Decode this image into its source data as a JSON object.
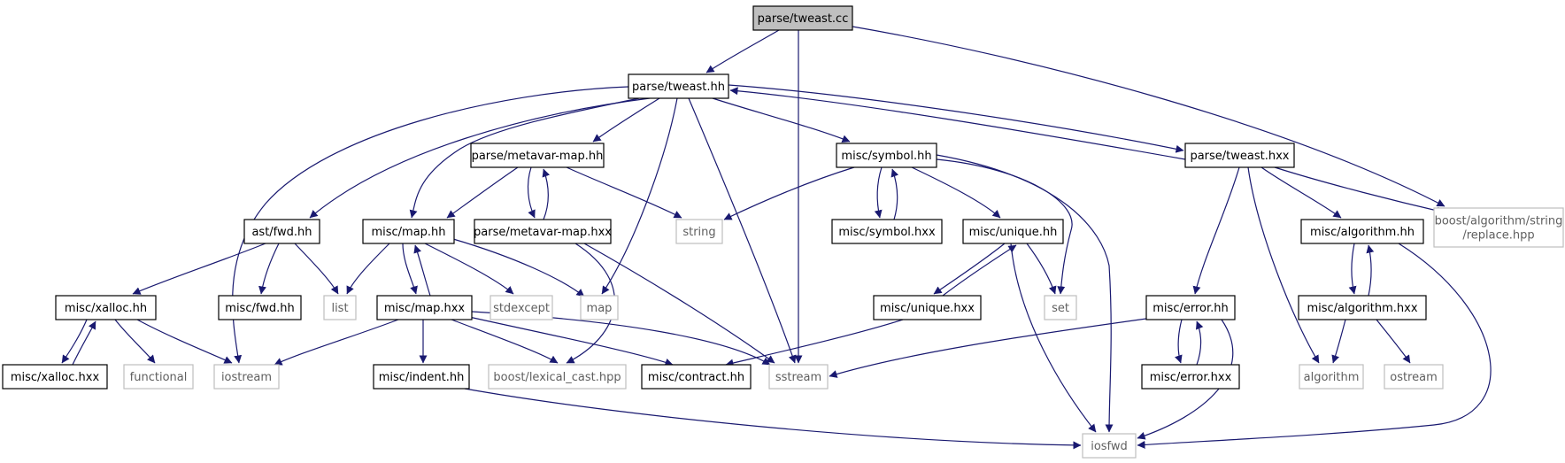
{
  "colors": {
    "edge": "#191970",
    "node_border": "#000000",
    "external_border": "#bfbfbf",
    "external_text": "#5f5f5f",
    "root_fill": "#bfbfbf",
    "node_fill": "#ffffff"
  },
  "nodes": [
    {
      "id": "tweast_cc",
      "label": "parse/tweast.cc",
      "kind": "root"
    },
    {
      "id": "tweast_hh",
      "label": "parse/tweast.hh",
      "kind": "local"
    },
    {
      "id": "metavar_hh",
      "label": "parse/metavar-map.hh",
      "kind": "local"
    },
    {
      "id": "symbol_hh",
      "label": "misc/symbol.hh",
      "kind": "local"
    },
    {
      "id": "tweast_hxx",
      "label": "parse/tweast.hxx",
      "kind": "local"
    },
    {
      "id": "ast_fwd",
      "label": "ast/fwd.hh",
      "kind": "local"
    },
    {
      "id": "map_hh",
      "label": "misc/map.hh",
      "kind": "local"
    },
    {
      "id": "metavar_hxx",
      "label": "parse/metavar-map.hxx",
      "kind": "local"
    },
    {
      "id": "string",
      "label": "string",
      "kind": "external"
    },
    {
      "id": "symbol_hxx",
      "label": "misc/symbol.hxx",
      "kind": "local"
    },
    {
      "id": "unique_hh",
      "label": "misc/unique.hh",
      "kind": "local"
    },
    {
      "id": "algorithm_hh",
      "label": "misc/algorithm.hh",
      "kind": "local"
    },
    {
      "id": "boost_replace",
      "label": "boost/algorithm/string\n/replace.hpp",
      "kind": "external"
    },
    {
      "id": "xalloc_hh",
      "label": "misc/xalloc.hh",
      "kind": "local"
    },
    {
      "id": "misc_fwd",
      "label": "misc/fwd.hh",
      "kind": "local"
    },
    {
      "id": "list",
      "label": "list",
      "kind": "external"
    },
    {
      "id": "map_hxx",
      "label": "misc/map.hxx",
      "kind": "local"
    },
    {
      "id": "stdexcept",
      "label": "stdexcept",
      "kind": "external"
    },
    {
      "id": "map",
      "label": "map",
      "kind": "external"
    },
    {
      "id": "unique_hxx",
      "label": "misc/unique.hxx",
      "kind": "local"
    },
    {
      "id": "set",
      "label": "set",
      "kind": "external"
    },
    {
      "id": "error_hh",
      "label": "misc/error.hh",
      "kind": "local"
    },
    {
      "id": "algorithm_hxx",
      "label": "misc/algorithm.hxx",
      "kind": "local"
    },
    {
      "id": "xalloc_hxx",
      "label": "misc/xalloc.hxx",
      "kind": "local"
    },
    {
      "id": "functional",
      "label": "functional",
      "kind": "external"
    },
    {
      "id": "iostream",
      "label": "iostream",
      "kind": "external"
    },
    {
      "id": "indent_hh",
      "label": "misc/indent.hh",
      "kind": "local"
    },
    {
      "id": "lexical_cast",
      "label": "boost/lexical_cast.hpp",
      "kind": "external"
    },
    {
      "id": "contract_hh",
      "label": "misc/contract.hh",
      "kind": "local"
    },
    {
      "id": "sstream",
      "label": "sstream",
      "kind": "external"
    },
    {
      "id": "error_hxx",
      "label": "misc/error.hxx",
      "kind": "local"
    },
    {
      "id": "algorithm",
      "label": "algorithm",
      "kind": "external"
    },
    {
      "id": "ostream",
      "label": "ostream",
      "kind": "external"
    },
    {
      "id": "iosfwd",
      "label": "iosfwd",
      "kind": "external"
    }
  ],
  "edges": [
    {
      "from": "tweast_cc",
      "to": "tweast_hh"
    },
    {
      "from": "tweast_cc",
      "to": "sstream"
    },
    {
      "from": "tweast_cc",
      "to": "boost_replace"
    },
    {
      "from": "tweast_hh",
      "to": "ast_fwd"
    },
    {
      "from": "tweast_hh",
      "to": "iostream"
    },
    {
      "from": "tweast_hh",
      "to": "map_hh"
    },
    {
      "from": "tweast_hh",
      "to": "metavar_hh"
    },
    {
      "from": "tweast_hh",
      "to": "map"
    },
    {
      "from": "tweast_hh",
      "to": "sstream"
    },
    {
      "from": "tweast_hh",
      "to": "symbol_hh"
    },
    {
      "from": "tweast_hh",
      "to": "tweast_hxx"
    },
    {
      "from": "tweast_hxx",
      "to": "tweast_hh"
    },
    {
      "from": "tweast_hxx",
      "to": "error_hh"
    },
    {
      "from": "tweast_hxx",
      "to": "algorithm_hh"
    },
    {
      "from": "tweast_hxx",
      "to": "algorithm"
    },
    {
      "from": "tweast_hxx",
      "to": "boost_replace"
    },
    {
      "from": "metavar_hh",
      "to": "map_hh"
    },
    {
      "from": "metavar_hh",
      "to": "metavar_hxx"
    },
    {
      "from": "metavar_hh",
      "to": "string"
    },
    {
      "from": "metavar_hxx",
      "to": "metavar_hh"
    },
    {
      "from": "metavar_hxx",
      "to": "lexical_cast"
    },
    {
      "from": "metavar_hxx",
      "to": "sstream"
    },
    {
      "from": "symbol_hh",
      "to": "string"
    },
    {
      "from": "symbol_hh",
      "to": "symbol_hxx"
    },
    {
      "from": "symbol_hh",
      "to": "unique_hh"
    },
    {
      "from": "symbol_hh",
      "to": "set"
    },
    {
      "from": "symbol_hh",
      "to": "iosfwd"
    },
    {
      "from": "symbol_hxx",
      "to": "symbol_hh"
    },
    {
      "from": "unique_hh",
      "to": "unique_hxx"
    },
    {
      "from": "unique_hh",
      "to": "set"
    },
    {
      "from": "unique_hh",
      "to": "iosfwd"
    },
    {
      "from": "unique_hxx",
      "to": "unique_hh"
    },
    {
      "from": "unique_hxx",
      "to": "contract_hh"
    },
    {
      "from": "ast_fwd",
      "to": "xalloc_hh"
    },
    {
      "from": "ast_fwd",
      "to": "misc_fwd"
    },
    {
      "from": "ast_fwd",
      "to": "list"
    },
    {
      "from": "xalloc_hh",
      "to": "xalloc_hxx"
    },
    {
      "from": "xalloc_hh",
      "to": "functional"
    },
    {
      "from": "xalloc_hh",
      "to": "iostream"
    },
    {
      "from": "xalloc_hxx",
      "to": "xalloc_hh"
    },
    {
      "from": "map_hh",
      "to": "list"
    },
    {
      "from": "map_hh",
      "to": "map_hxx"
    },
    {
      "from": "map_hh",
      "to": "stdexcept"
    },
    {
      "from": "map_hh",
      "to": "map"
    },
    {
      "from": "map_hxx",
      "to": "map_hh"
    },
    {
      "from": "map_hxx",
      "to": "iostream"
    },
    {
      "from": "map_hxx",
      "to": "indent_hh"
    },
    {
      "from": "map_hxx",
      "to": "lexical_cast"
    },
    {
      "from": "map_hxx",
      "to": "contract_hh"
    },
    {
      "from": "map_hxx",
      "to": "sstream"
    },
    {
      "from": "indent_hh",
      "to": "iosfwd"
    },
    {
      "from": "error_hh",
      "to": "error_hxx"
    },
    {
      "from": "error_hh",
      "to": "sstream"
    },
    {
      "from": "error_hh",
      "to": "iosfwd"
    },
    {
      "from": "error_hxx",
      "to": "error_hh"
    },
    {
      "from": "algorithm_hh",
      "to": "algorithm_hxx"
    },
    {
      "from": "algorithm_hh",
      "to": "iosfwd"
    },
    {
      "from": "algorithm_hxx",
      "to": "algorithm_hh"
    },
    {
      "from": "algorithm_hxx",
      "to": "algorithm"
    },
    {
      "from": "algorithm_hxx",
      "to": "ostream"
    }
  ]
}
